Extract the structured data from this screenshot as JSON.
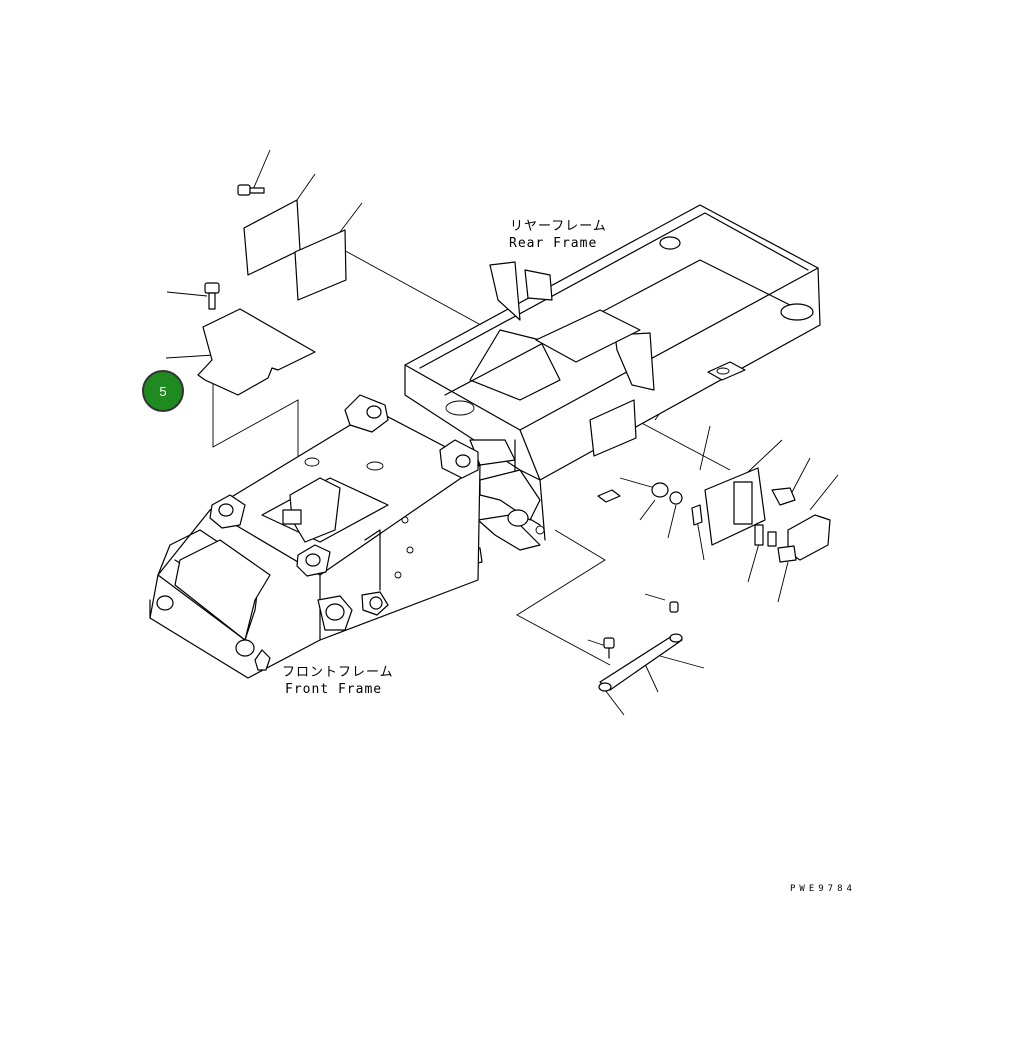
{
  "labels": {
    "rear_frame_jp": "リヤーフレーム",
    "rear_frame_en": "Rear Frame",
    "front_frame_jp": "フロントフレーム",
    "front_frame_en": "Front Frame"
  },
  "callout": {
    "number": "5",
    "color": "#1f8a1f"
  },
  "drawing_code": "PWE9784"
}
